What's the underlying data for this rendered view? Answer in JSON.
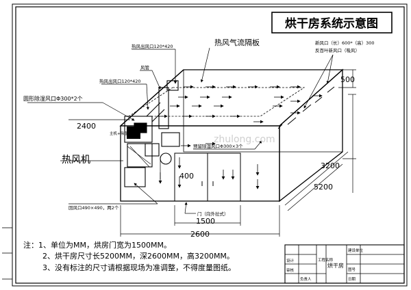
{
  "title": "烘干房系统示意图",
  "labels": {
    "hot_air_out": "热风出风口120*420",
    "duct": "风管",
    "hot_air_out2": "热风出风口120*420",
    "round_dehumid": "圆形除湿风口Φ300*2个",
    "partition": "热风气流隔板",
    "fresh_air": "新风口（长）600*（高）300",
    "reverse_fan": "反百叶新风口（吸风）",
    "heat_pump": "热风机",
    "unit_small": "主机+除湿主机",
    "reserved": "预留除湿风口Φ300×3个",
    "return_air": "回风口490×490，两2个",
    "door": "门（向外拉式）",
    "watermark": "zhulong.com"
  },
  "dims": {
    "d2400": "2400",
    "d500": "500",
    "d3200": "3200",
    "d5200": "5200",
    "d400": "400",
    "d1500": "1500",
    "d2600": "2600"
  },
  "notes": {
    "n1": "注：1、单位为MM，烘房门宽为1500MM。",
    "n2": "2、烘干房尺寸长5200MM，深2600MM，高3200MM。",
    "n3": "3、没有标注的尺寸请根据现场为准调整，不得度量图纸。"
  },
  "titleblock": {
    "c1": "设计",
    "c2": "审核",
    "c3": "负责人",
    "c4": "工程名称",
    "c5": "烘干房",
    "c6": "建设单位",
    "c7": "图号",
    "c8": "日期"
  }
}
